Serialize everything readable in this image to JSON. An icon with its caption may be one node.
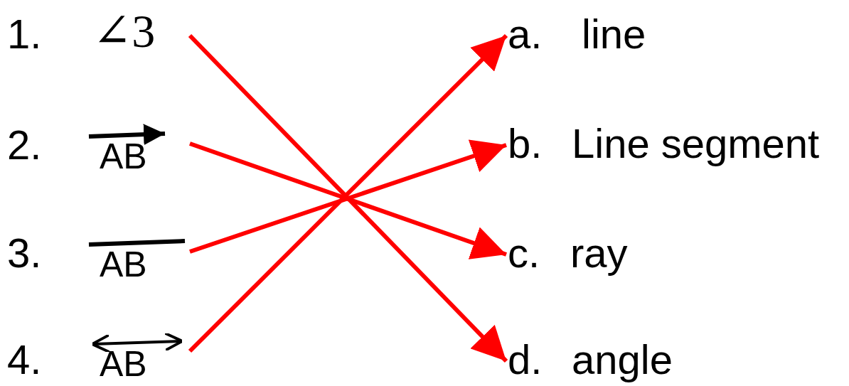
{
  "diagram": {
    "nodes": [
      {
        "text": [
          "1.",
          "∠3"
        ]
      },
      {
        "text": [
          "2.",
          "AB"
        ]
      },
      {
        "text": [
          "3.",
          "AB"
        ]
      },
      {
        "text": [
          "4.",
          "AB"
        ]
      },
      {
        "text": [
          "a.",
          "line"
        ]
      },
      {
        "text": [
          "b.",
          "Line segment"
        ]
      },
      {
        "text": [
          "c.",
          "ray"
        ]
      },
      {
        "text": [
          "d.",
          "angle"
        ]
      }
    ],
    "edges": [
      {
        "from": 0,
        "to": 7,
        "arrow": "to"
      },
      {
        "from": 1,
        "to": 6,
        "arrow": "to"
      },
      {
        "from": 2,
        "to": 5,
        "arrow": "to"
      },
      {
        "from": 3,
        "to": 4,
        "arrow": "to"
      }
    ]
  }
}
